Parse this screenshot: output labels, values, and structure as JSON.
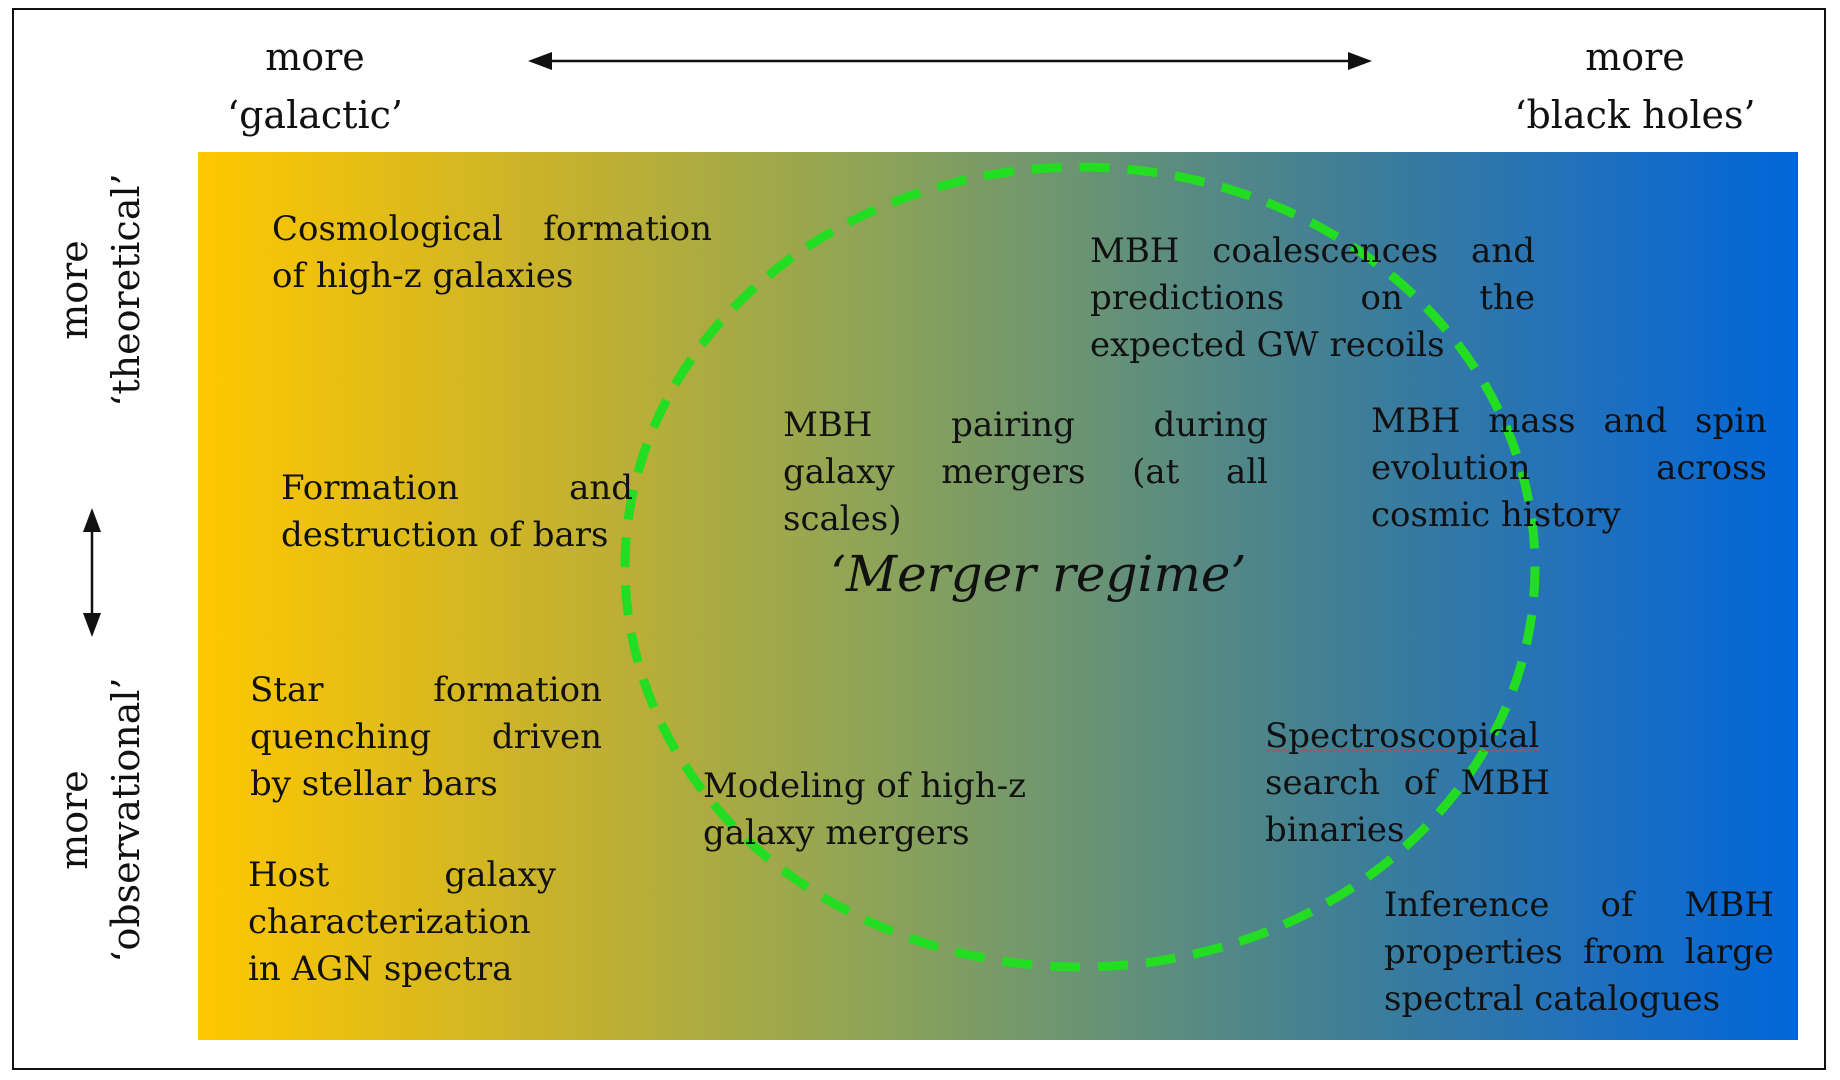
{
  "axis": {
    "left_label": [
      "more",
      "‘galactic’"
    ],
    "right_label": [
      "more",
      "‘black holes’"
    ],
    "top_label": [
      "more",
      "‘theoretical’"
    ],
    "bottom_label": [
      "more",
      "‘observational’"
    ]
  },
  "center_label": "‘Merger regime’",
  "topics": {
    "cosmological": [
      "Cosmological formation",
      "of high-z galaxies"
    ],
    "coalescences": [
      "MBH coalescences and",
      "predictions on the",
      "expected GW recoils"
    ],
    "pairing": [
      "MBH pairing during",
      "galaxy mergers (at all",
      "scales)"
    ],
    "mass_spin": [
      "MBH mass and spin",
      "evolution across",
      "cosmic history"
    ],
    "bars": [
      "Formation and",
      "destruction of bars"
    ],
    "quenching": [
      "Star formation",
      "quenching driven",
      "by stellar bars"
    ],
    "modeling": [
      "Modeling of high-z",
      "galaxy mergers"
    ],
    "spectroscopical": [
      "Spectroscopical",
      "search of MBH",
      "binaries"
    ],
    "host": [
      "Host galaxy",
      "characterization",
      "in AGN spectra"
    ],
    "inference": [
      "Inference of MBH",
      "properties from large",
      "spectral catalogues"
    ]
  },
  "colors": {
    "gradient_left": "#ffc800",
    "gradient_right": "#0066d8",
    "ellipse": "#22dd22",
    "spellcheck_underline": "#d04040"
  }
}
